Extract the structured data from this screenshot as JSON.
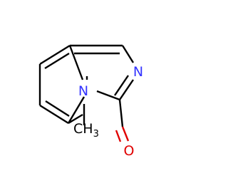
{
  "molecule": {
    "atoms": {
      "n_ring": {
        "label": "N",
        "color": "#3333ff"
      },
      "n_imine": {
        "label": "N",
        "color": "#3333ff"
      },
      "oxygen": {
        "label": "O",
        "color": "#e00000"
      },
      "methyl": {
        "label": "CH",
        "subscript": "3",
        "color": "#000000"
      }
    },
    "bond_color": "#000000"
  }
}
